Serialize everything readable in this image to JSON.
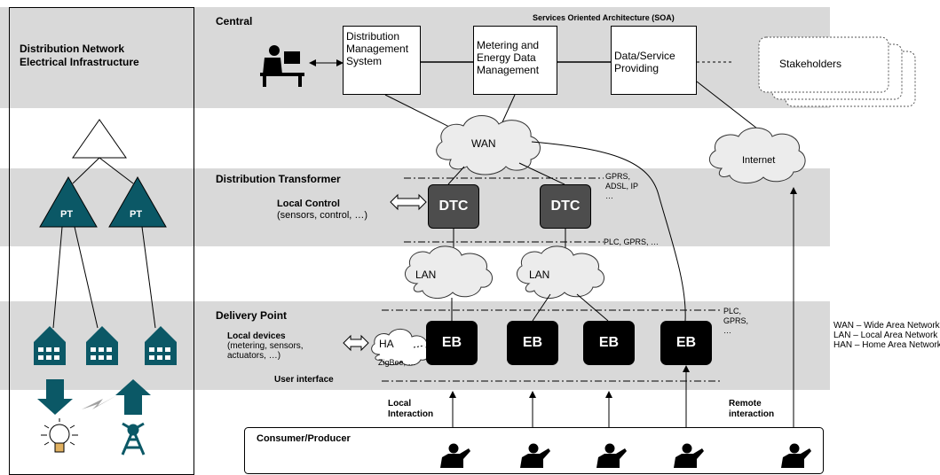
{
  "left_panel": {
    "title_line1": "Distribution Network",
    "title_line2": "Electrical Infrastructure",
    "pt_label": "PT"
  },
  "layers": {
    "central": "Central",
    "distribution_transformer": "Distribution Transformer",
    "delivery_point": "Delivery Point"
  },
  "soa_label": "Services Oriented Architecture (SOA)",
  "central_boxes": {
    "dms": [
      "Distribution",
      "Management",
      "System"
    ],
    "metering": [
      "Metering and",
      "Energy Data",
      "Management"
    ],
    "data_service": [
      "Data/Service",
      "Providing"
    ]
  },
  "stakeholders": "Stakeholders",
  "clouds": {
    "wan": "WAN",
    "internet": "Internet",
    "lan": "LAN",
    "ha": "HA"
  },
  "local_control": {
    "title": "Local Control",
    "desc": "(sensors, control, …)"
  },
  "dtc_label": "DTC",
  "eb_label": "EB",
  "comm_labels": {
    "gprs_adsl": [
      "GPRS,",
      "ADSL, IP",
      "…"
    ],
    "plc_gprs": "PLC, GPRS, …",
    "plc_gprs_right": [
      "PLC,",
      "GPRS,",
      "…"
    ],
    "zigbee": "ZigBee, …"
  },
  "local_devices": {
    "title": "Local devices",
    "line1": "(metering, sensors,",
    "line2": "actuators, …)"
  },
  "user_interface": "User interface",
  "local_interaction": [
    "Local",
    "Interaction"
  ],
  "remote_interaction": [
    "Remote",
    "interaction"
  ],
  "consumer_producer": "Consumer/Producer",
  "legend": [
    "WAN – Wide Area Network",
    "LAN – Local Area Network",
    "HAN – Home Area Network"
  ],
  "colors": {
    "band": "#d9d9d9",
    "teal": "#0b5866",
    "dtc": "#4d4d4d"
  }
}
